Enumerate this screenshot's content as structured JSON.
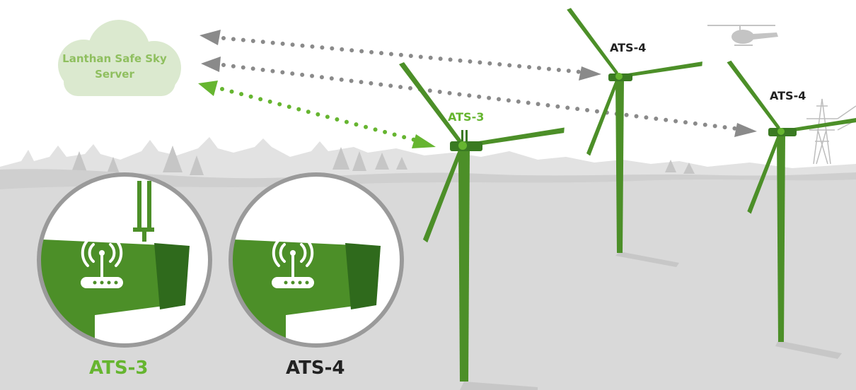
{
  "colors": {
    "accent_green": "#66b530",
    "turbine_green": "#4c8f28",
    "dark_green": "#3a7a22",
    "cloud_fill": "#dbe9cf",
    "cloud_text": "#8fbf5f",
    "ground": "#d9d9d9",
    "hills": "#cfcfcf",
    "arrow_gray": "#8a8a8a",
    "ring_gray": "#9a9a9a"
  },
  "server": {
    "line1": "Lanthan Safe Sky",
    "line2": "Server",
    "icon": "cloud-icon"
  },
  "turbines": [
    {
      "label": "ATS-3",
      "type": "ATS-3"
    },
    {
      "label": "ATS-4",
      "type": "ATS-4"
    },
    {
      "label": "ATS-4",
      "type": "ATS-4"
    }
  ],
  "links": [
    {
      "from": "server",
      "to": "turbine-1",
      "style": "dotted",
      "color": "green"
    },
    {
      "from": "server",
      "to": "turbine-2",
      "style": "dotted",
      "color": "gray"
    },
    {
      "from": "server",
      "to": "turbine-3",
      "style": "dotted",
      "color": "gray"
    }
  ],
  "details": [
    {
      "caption": "ATS-3",
      "has_antenna": true,
      "icon": "wireless-router-icon"
    },
    {
      "caption": "ATS-4",
      "has_antenna": false,
      "icon": "wireless-router-icon"
    }
  ],
  "background_icons": [
    "helicopter-icon",
    "power-pylon-icon",
    "tree-icon"
  ]
}
